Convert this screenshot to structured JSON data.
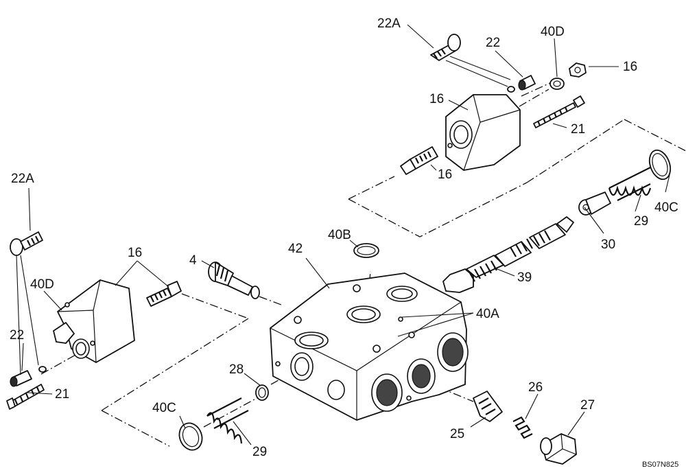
{
  "drawing_ref": "BS07N825",
  "labels": {
    "l_22a_top": "22A",
    "l_22_top": "22",
    "l_40d_top": "40D",
    "l_16_nut_top": "16",
    "l_16_block_top": "16",
    "l_21_top": "21",
    "l_16_fit_top": "16",
    "l_40c_right": "40C",
    "l_29_right": "29",
    "l_30": "30",
    "l_39": "39",
    "l_40b": "40B",
    "l_42": "42",
    "l_4": "4",
    "l_40a": "40A",
    "l_22a_left": "22A",
    "l_16_left": "16",
    "l_40d_left": "40D",
    "l_22_left": "22",
    "l_21_left": "21",
    "l_28": "28",
    "l_40c_left": "40C",
    "l_29_left": "29",
    "l_26": "26",
    "l_27": "27",
    "l_25": "25"
  }
}
